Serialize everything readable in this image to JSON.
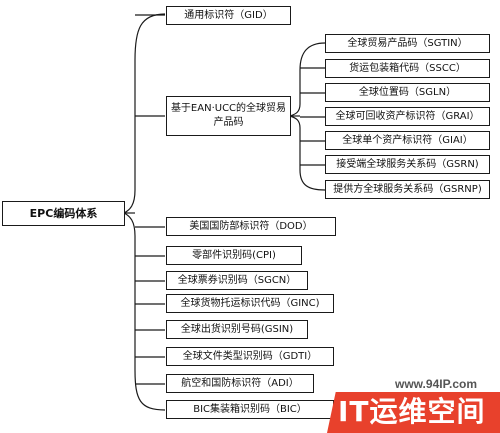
{
  "root": {
    "label": "EPC编码体系"
  },
  "nodes": [
    "通用标识符（GID）",
    "基于EAN·UCC的全球贸易产品码",
    "美国国防部标识符（DOD）",
    "零部件识别码(CPI)",
    "全球票券识别码（SGCN）",
    "全球货物托运标识代码（GINC)",
    "全球出货识别号码(GSIN)",
    "全球文件类型识别码（GDTI）",
    "航空和国防标识符（ADI）",
    "BIC集装箱识别码（BIC）"
  ],
  "sub_nodes": [
    "全球贸易产品码（SGTIN）",
    "货运包装箱代码（SSCC）",
    "全球位置码（SGLN）",
    "全球可回收资产标识符（GRAI）",
    "全球单个资产标识符（GIAI）",
    "接受端全球服务关系码（GSRN)",
    "提供方全球服务关系码（GSRNP)"
  ],
  "watermark": {
    "url": "www.94IP.com",
    "logo_text": "IT运维空间"
  }
}
